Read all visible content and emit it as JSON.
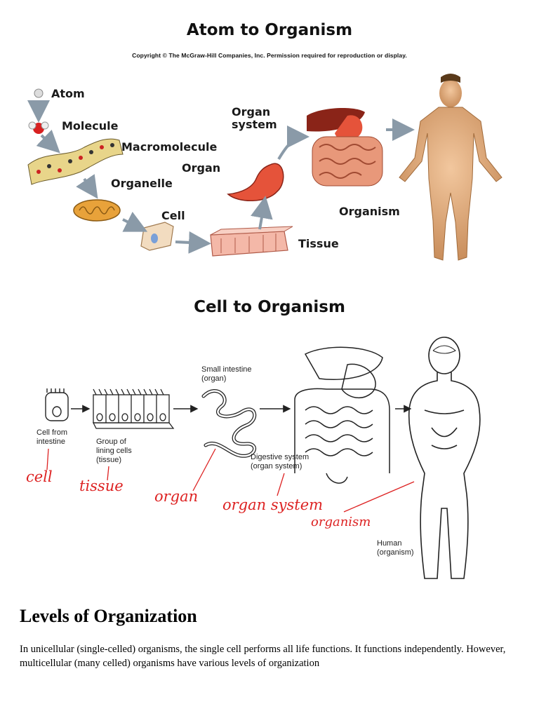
{
  "top_figure": {
    "title": "Atom to Organism",
    "copyright": "Copyright © The McGraw-Hill Companies, Inc. Permission required for reproduction or display.",
    "labels": {
      "atom": "Atom",
      "molecule": "Molecule",
      "macromolecule": "Macromolecule",
      "organelle": "Organelle",
      "cell": "Cell",
      "tissue": "Tissue",
      "organ": "Organ",
      "organ_system_1": "Organ",
      "organ_system_2": "system",
      "organism": "Organism"
    }
  },
  "bottom_figure": {
    "title": "Cell to Organism",
    "labels": {
      "cell_1": "Cell from",
      "cell_2": "intestine",
      "tissue_1": "Group of",
      "tissue_2": "lining cells",
      "tissue_3": "(tissue)",
      "organ_1": "Small intestine",
      "organ_2": "(organ)",
      "system_1": "Digestive system",
      "system_2": "(organ system)",
      "human_1": "Human",
      "human_2": "(organism)"
    },
    "handwritten": {
      "cell": "cell",
      "tissue": "tissue",
      "organ": "organ",
      "organ_system": "organ system",
      "organism": "organism"
    }
  },
  "section": {
    "heading": "Levels of Organization",
    "paragraph": "In unicellular (single-celled) organisms, the single cell performs all life functions. It functions independently. However, multicellular (many celled) organisms have various levels of organization"
  }
}
